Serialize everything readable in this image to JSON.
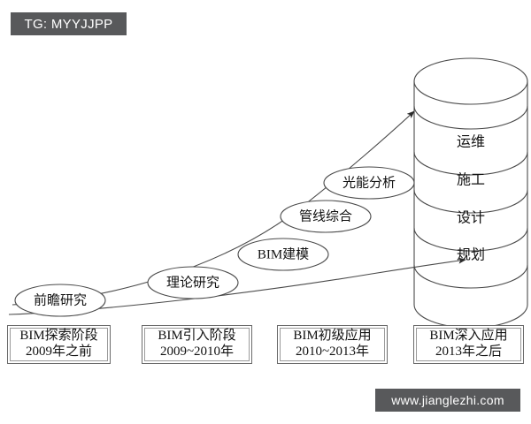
{
  "badge": {
    "text": "TG: MYYJJPP"
  },
  "watermark": {
    "text": "www.jianglezhi.com"
  },
  "colors": {
    "badge_background": "#58595b",
    "badge_text": "#ffffff",
    "line": "#4a4a4a",
    "shape_fill": "#ffffff",
    "text": "#111111",
    "page_background": "#ffffff"
  },
  "milestones": [
    {
      "label": "前瞻研究"
    },
    {
      "label": "理论研究"
    },
    {
      "label": "BIM建模"
    },
    {
      "label": "管线综合"
    },
    {
      "label": "光能分析"
    }
  ],
  "cylinder": {
    "layers": [
      {
        "label": "运维"
      },
      {
        "label": "施工"
      },
      {
        "label": "设计"
      },
      {
        "label": "规划"
      }
    ]
  },
  "phases": [
    {
      "title": "BIM探索阶段",
      "period": "2009年之前"
    },
    {
      "title": "BIM引入阶段",
      "period": "2009~2010年"
    },
    {
      "title": "BIM初级应用",
      "period": "2010~2013年"
    },
    {
      "title": "BIM深入应用",
      "period": "2013年之后"
    }
  ]
}
